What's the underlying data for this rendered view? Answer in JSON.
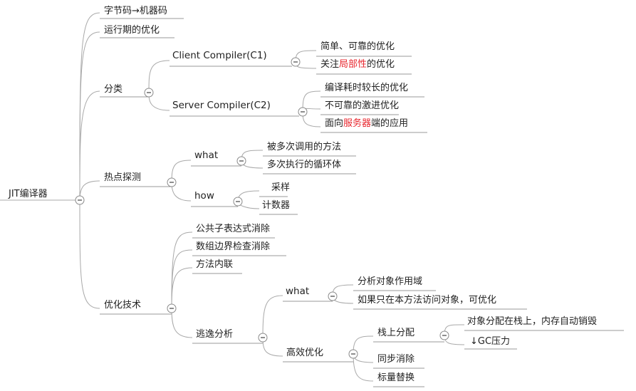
{
  "root": {
    "label": "JIT编译器"
  },
  "branches": {
    "bytecode_to_machine": "字节码→机器码",
    "runtime_optimization": "运行期的优化",
    "classification": {
      "label": "分类",
      "client_compiler": {
        "label": "Client Compiler(C1)",
        "simple_reliable": "简单、可靠的优化",
        "local_focus": {
          "before": "关注",
          "highlight": "局部性",
          "after": "的优化"
        }
      },
      "server_compiler": {
        "label": "Server Compiler(C2)",
        "long_compile": "编译耗时较长的优化",
        "aggressive": "不可靠的激进优化",
        "server_apps": {
          "before": "面向",
          "highlight": "服务器",
          "after": "端的应用"
        }
      }
    },
    "hotspot_detection": {
      "label": "热点探测",
      "what": {
        "label": "what",
        "called_methods": "被多次调用的方法",
        "loop_bodies": "多次执行的循环体"
      },
      "how": {
        "label": "how",
        "sampling": "采样",
        "counter": "计数器"
      }
    },
    "optimization_techniques": {
      "label": "优化技术",
      "cse": "公共子表达式消除",
      "bounds_check": "数组边界检查消除",
      "inlining": "方法内联",
      "escape_analysis": {
        "label": "逃逸分析",
        "what": {
          "label": "what",
          "analyze_scope": "分析对象作用域",
          "optimizable": "如果只在本方法访问对象，可优化"
        },
        "efficient": {
          "label": "高效优化",
          "stack_alloc": {
            "label": "栈上分配",
            "auto_destroy": "对象分配在栈上，内存自动销毁",
            "gc_pressure": "↓GC压力"
          },
          "sync_elimination": "同步消除",
          "scalar_replacement": "标量替换"
        }
      }
    }
  }
}
